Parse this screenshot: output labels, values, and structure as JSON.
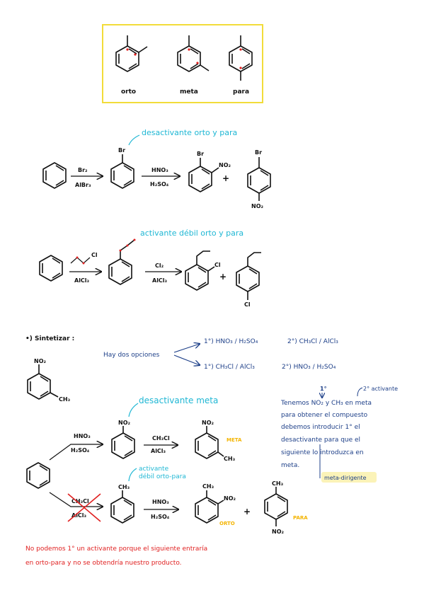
{
  "isomers": {
    "ortho": "orto",
    "meta": "meta",
    "para": "para"
  },
  "scheme1": {
    "reagent_top": "Br₂",
    "reagent_bottom": "AlBr₃",
    "sub_br": "Br",
    "note": "desactivante orto y para",
    "reagent2_top": "HNO₃",
    "reagent2_bottom": "H₂SO₄",
    "prod1_br": "Br",
    "prod1_no2": "NO₂",
    "plus": "+",
    "prod2_br": "Br",
    "prod2_no2": "NO₂"
  },
  "scheme2": {
    "reagent_cl": "Cl",
    "reagent_bottom": "AlCl₃",
    "note": "activante débil orto y para",
    "reagent2_top": "Cl₂",
    "reagent2_bottom": "AlCl₃",
    "prod1_cl": "Cl",
    "plus": "+",
    "prod2_cl": "Cl"
  },
  "synth": {
    "title": "•) Sintetizar :",
    "target_no2": "NO₂",
    "target_ch3": "CH₃",
    "options_text": "Hay dos opciones",
    "option1_a": "1°)  HNO₃ / H₂SO₄",
    "option1_b": "2°)  CH₃Cl / AlCl₃",
    "option2_a": "1°) CH₃Cl / AlCl₃",
    "option2_b": "2°) HNO₃ / H₂SO₄"
  },
  "route1": {
    "note": "desactivante meta",
    "reagent_top": "HNO₃",
    "reagent_bottom": "H₂SO₄",
    "int_no2": "NO₂",
    "reagent2_top": "CH₃Cl",
    "reagent2_bottom": "AlCl₃",
    "prod_no2": "NO₂",
    "prod_ch3": "CH₃",
    "tag": "META"
  },
  "route2": {
    "note_line1": "activante",
    "note_line2": "débil orto-para",
    "reagent_top": "CH₃Cl",
    "reagent_bottom": "AlCl₃",
    "int_ch3": "CH₃",
    "reagent2_top": "HNO₃",
    "reagent2_bottom": "H₂SO₄",
    "prod1_ch3": "CH₃",
    "prod1_no2": "NO₂",
    "prod1_tag": "ORTO",
    "plus": "+",
    "prod2_ch3": "CH₃",
    "prod2_no2": "NO₂",
    "prod2_tag": "PARA"
  },
  "explanation": {
    "first_mark": "1°",
    "second_mark": "2° activante",
    "lines": [
      "Tenemos NO₂ y CH₃ en meta",
      "para obtener el compuesto",
      "debemos introducir 1° el",
      "desactivante para que el",
      "siguiente lo introduzca en",
      "meta."
    ],
    "tag": "meta-dirigente"
  },
  "footer": {
    "line1": "No podemos 1° un activante porque el siguiente entraría",
    "line2": "en orto-para y no se obtendría nuestro producto."
  },
  "colors": {
    "cyan": "#1fb7d4",
    "navy": "#1d3f88",
    "red": "#e02020",
    "yellow": "#f4b400",
    "box": "#f2dc3a"
  }
}
